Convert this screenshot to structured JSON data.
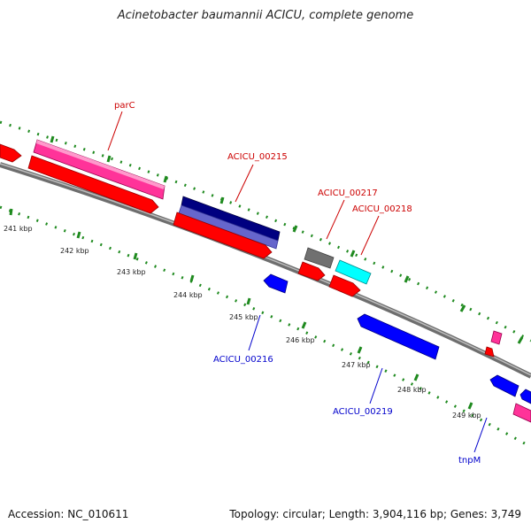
{
  "title": "Acinetobacter baumannii ACICU, complete genome",
  "footer": {
    "accession": "Accession: NC_010611",
    "summary": "Topology: circular; Length: 3,904,116 bp; Genes: 3,749"
  },
  "colors": {
    "backbone": "#808080",
    "tick_green": "#1f8a1f",
    "label_red": "#cc0000",
    "label_blue": "#0000cc",
    "red": "#ff0000",
    "pink": "#ff3399",
    "navy": "#000080",
    "slate": "#6666cc",
    "gray": "#707070",
    "cyan": "#00ffff",
    "blue": "#0000ff"
  },
  "scale": {
    "unit": "kbp",
    "ticks": [
      {
        "label": "241 kbp"
      },
      {
        "label": "242 kbp"
      },
      {
        "label": "243 kbp"
      },
      {
        "label": "244 kbp"
      },
      {
        "label": "245 kbp"
      },
      {
        "label": "246 kbp"
      },
      {
        "label": "247 kbp"
      },
      {
        "label": "248 kbp"
      },
      {
        "label": "249 kbp"
      }
    ]
  },
  "gene_labels": [
    {
      "text": "parC",
      "strand": "plus"
    },
    {
      "text": "ACICU_00215",
      "strand": "plus"
    },
    {
      "text": "ACICU_00217",
      "strand": "plus"
    },
    {
      "text": "ACICU_00218",
      "strand": "plus"
    },
    {
      "text": "ACICU_00216",
      "strand": "minus"
    },
    {
      "text": "ACICU_00219",
      "strand": "minus"
    },
    {
      "text": "tnpM",
      "strand": "minus"
    }
  ]
}
